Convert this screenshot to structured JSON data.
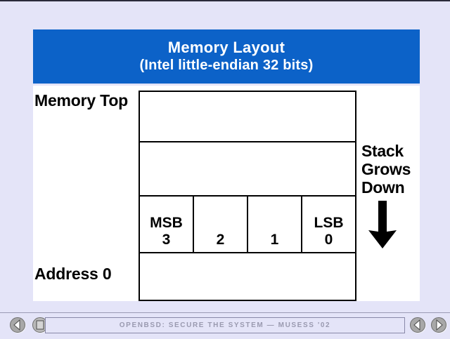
{
  "slide": {
    "background_color": "#e4e4f8",
    "content_background": "#ffffff",
    "banner_color": "#0c62c8"
  },
  "title": {
    "line1": "Memory Layout",
    "line2": "(Intel little-endian 32 bits)"
  },
  "diagram": {
    "top_label": "Memory Top",
    "bottom_label": "Address 0",
    "stack_note": {
      "line1": "Stack",
      "line2": "Grows",
      "line3": "Down",
      "arrow": "down-arrow-icon"
    },
    "rows": [
      {
        "id": "row-empty-top",
        "cells": []
      },
      {
        "id": "row-empty-mid",
        "cells": []
      },
      {
        "id": "row-bytes",
        "cells": [
          {
            "tag": "MSB",
            "num": "3"
          },
          {
            "tag": "",
            "num": "2"
          },
          {
            "tag": "",
            "num": "1"
          },
          {
            "tag": "LSB",
            "num": "0"
          }
        ]
      },
      {
        "id": "row-empty-bottom",
        "cells": []
      }
    ]
  },
  "footer": {
    "title": "OpenBSD: Secure The System — MUSESS '02",
    "buttons": [
      {
        "name": "first-slide-button",
        "icon": "left-triangle-icon"
      },
      {
        "name": "contents-button",
        "icon": "square-icon"
      },
      {
        "name": "previous-slide-button",
        "icon": "left-triangle-icon"
      },
      {
        "name": "next-slide-button",
        "icon": "right-triangle-icon"
      }
    ]
  }
}
